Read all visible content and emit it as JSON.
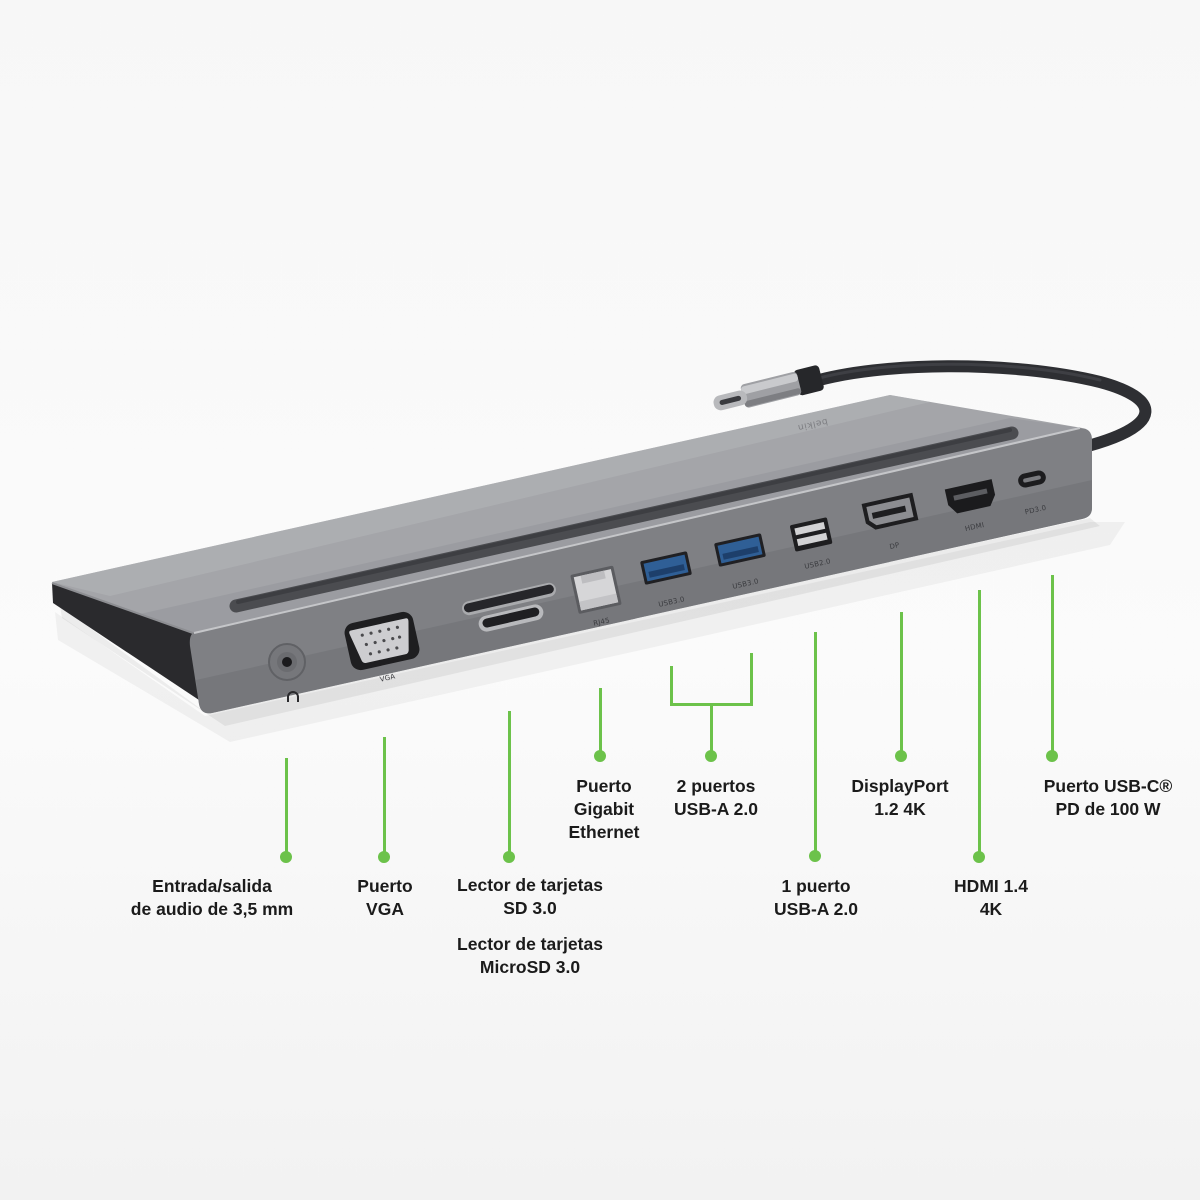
{
  "colors": {
    "accent_green": "#6cc24a",
    "text": "#1b1b1b",
    "device_top": "#a3a4a8",
    "device_front": "#7f8084",
    "device_side": "#2a2a2d",
    "usb3_blue": "#2f5f96",
    "cable": "#2e2f33"
  },
  "device": {
    "logo": "belkin",
    "ports": [
      {
        "id": "audio",
        "label": "",
        "icon": "headphone-icon"
      },
      {
        "id": "vga",
        "label": "VGA"
      },
      {
        "id": "sd",
        "label": ""
      },
      {
        "id": "microsd",
        "label": ""
      },
      {
        "id": "rj45",
        "label": "RJ45"
      },
      {
        "id": "usb3-1",
        "label": "USB3.0"
      },
      {
        "id": "usb3-2",
        "label": "USB3.0"
      },
      {
        "id": "usb2",
        "label": "USB2.0"
      },
      {
        "id": "dp",
        "label": "DP"
      },
      {
        "id": "hdmi",
        "label": "HDMI"
      },
      {
        "id": "usbc",
        "label": "PD3.0"
      }
    ]
  },
  "callouts": [
    {
      "id": "audio",
      "paras": [
        {
          "lines": [
            "Entrada/salida",
            "de audio de 3,5 mm"
          ]
        }
      ]
    },
    {
      "id": "vga",
      "paras": [
        {
          "lines": [
            "Puerto",
            "VGA"
          ]
        }
      ]
    },
    {
      "id": "card-readers",
      "paras": [
        {
          "lines": [
            "Lector de tarjetas",
            "SD 3.0"
          ]
        },
        {
          "lines": [
            "Lector de tarjetas",
            "MicroSD 3.0"
          ]
        }
      ]
    },
    {
      "id": "ethernet",
      "paras": [
        {
          "lines": [
            "Puerto",
            "Gigabit",
            "Ethernet"
          ]
        }
      ]
    },
    {
      "id": "usb-a-pair",
      "paras": [
        {
          "lines": [
            "2 puertos",
            "USB-A 2.0"
          ]
        }
      ]
    },
    {
      "id": "usb-a-single",
      "paras": [
        {
          "lines": [
            "1 puerto",
            "USB-A 2.0"
          ]
        }
      ]
    },
    {
      "id": "displayport",
      "paras": [
        {
          "lines": [
            "DisplayPort",
            "1.2 4K"
          ]
        }
      ]
    },
    {
      "id": "hdmi",
      "paras": [
        {
          "lines": [
            "HDMI 1.4",
            "4K"
          ]
        }
      ]
    },
    {
      "id": "usb-c",
      "paras": [
        {
          "lines": [
            "Puerto USB-C®",
            "PD de 100 W"
          ]
        }
      ]
    }
  ]
}
